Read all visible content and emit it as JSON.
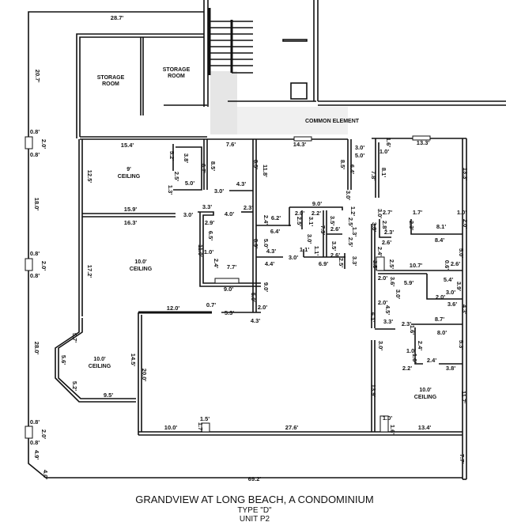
{
  "title": {
    "line1": "GRANDVIEW AT LONG BEACH, A CONDOMINIUM",
    "line2": "TYPE \"D\"",
    "line3": "UNIT P2"
  },
  "rooms": {
    "storage_left_1": "STORAGE",
    "storage_left_2": "ROOM",
    "storage_right_1": "STORAGE",
    "storage_right_2": "ROOM",
    "common_element": "COMMON ELEMENT",
    "room_9ft_1": "9'",
    "room_9ft_2": "CEILING",
    "living_1": "10.0'",
    "living_2": "CEILING",
    "bay_1": "10.0'",
    "bay_2": "CEILING",
    "bedroom_1": "10.0'",
    "bedroom_2": "CEILING"
  },
  "dims": [
    "28.7'",
    "20.7'",
    "0.8'",
    "2.0'",
    "0.8'",
    "18.0'",
    "0.8'",
    "2.0'",
    "0.8'",
    "28.0'",
    "0.8'",
    "2.0'",
    "0.8'",
    "4.9'",
    "4.0'",
    "69.2'",
    "7.7'",
    "11.7'",
    "13.4'",
    "1.0'",
    "1.6'",
    "27.6'",
    "1.5'",
    "1.7'",
    "10.0'",
    "9.5'",
    "5.2'",
    "5.6'",
    "5.7'",
    "14.5'",
    "20.0'",
    "12.0'",
    "0.7'",
    "5.3'",
    "4.3'",
    "2.0'",
    "5.0'",
    "9.0'",
    "9.0'",
    "7.7'",
    "2.4'",
    "1.0'",
    "11.0'",
    "6.5'",
    "2.9'",
    "3.3'",
    "4.0'",
    "2.3'",
    "2.4'",
    "6.2'",
    "6.4'",
    "5.0'",
    "8.9'",
    "4.3'",
    "4.4'",
    "3.0'",
    "6.9'",
    "1.1'",
    "1.1'",
    "3.0'",
    "7.3'",
    "3.1'",
    "2.0'",
    "2.2'",
    "2.5'",
    "9.0'",
    "3.5'",
    "2.6'",
    "3.5'",
    "2.6'",
    "2.5'",
    "1.2'",
    "2.5'",
    "1.3'",
    "2.5'",
    "3.3'",
    "3.0'",
    "6.4'",
    "8.5'",
    "14.3'",
    "3.0'",
    "5.0'",
    "7.6'",
    "8.5'",
    "11.8'",
    "4.3'",
    "3.0'",
    "5.0'",
    "6.7'",
    "8.5'",
    "3.8'",
    "5.2'",
    "2.5'",
    "1.3'",
    "15.4'",
    "12.5'",
    "15.9'",
    "16.3'",
    "3.0'",
    "17.2'",
    "1.6'",
    "1.0'",
    "13.3'",
    "13.3'",
    "7.8'",
    "8.1'",
    "3.0'",
    "2.7'",
    "1.7'",
    "1.0'",
    "2.3'",
    "8.1'",
    "2.0'",
    "8.4'",
    "3.8'",
    "2.8'",
    "2.3'",
    "2.6'",
    "2.4'",
    "5.0'",
    "3.5'",
    "2.5'",
    "10.7'",
    "0.6'",
    "2.6'",
    "2.0'",
    "3.6'",
    "5.4'",
    "5.9'",
    "3.0'",
    "3.9'",
    "3.0'",
    "2.0'",
    "2.0'",
    "4.5'",
    "3.6'",
    "4.3'",
    "6.1'",
    "3.3'",
    "2.3'",
    "8.7'",
    "8.0'",
    "1.6'",
    "2.4'",
    "5.3'",
    "1.0'",
    "1.6'",
    "2.4'",
    "2.2'",
    "3.8'",
    "3.0'",
    "13.9'"
  ]
}
